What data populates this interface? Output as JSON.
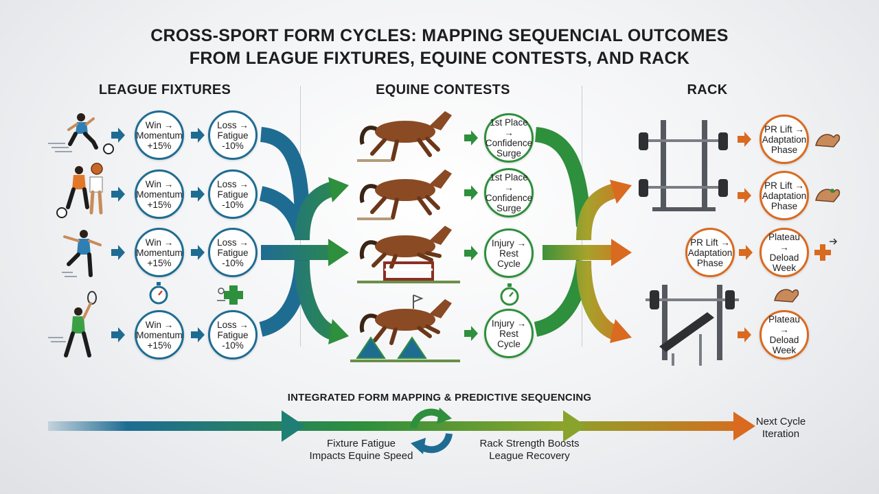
{
  "title": {
    "line1": "CROSS-SPORT FORM CYCLES: MAPPING SEQUENCIAL OUTCOMES",
    "line2": "FROM LEAGUE FIXTURES, EQUINE CONTESTS, AND RACK"
  },
  "sections": {
    "league": "LEAGUE FIXTURES",
    "equine": "EQUINE CONTESTS",
    "rack": "RACK"
  },
  "league_nodes": [
    {
      "a": "Win →\nMomentum\n+15%",
      "b": "Loss →\nFatigue\n-10%"
    },
    {
      "a": "Win →\nMomentum\n+15%",
      "b": "Loss →\nFatigue\n-10%"
    },
    {
      "a": "Win →\nMomentum\n+15%",
      "b": "Loss →\nFatigue\n-10%"
    },
    {
      "a": "Win →\nMomentum\n+15%",
      "b": "Loss →\nFatigue\n-10%"
    }
  ],
  "equine_nodes": [
    "1st Place →\nConfidence\nSurge",
    "1st Place →\nConfidence\nSurge",
    "Injury →\nRest Cycle",
    "Injury →\nRest Cycle"
  ],
  "rack_nodes": {
    "r1": "PR Lift →\nAdaptation\nPhase",
    "r2": "PR Lift →\nAdaptation\nPhase",
    "r3a": "PR Lift →\nAdaptation\nPhase",
    "r3b": "Plateau →\nDeload\nWeek",
    "r4": "Plateau →\nDeload\nWeek"
  },
  "bottom": {
    "title": "INTEGRATED FORM MAPPING & PREDICTIVE SEQUENCING",
    "left": "Fixture Fatigue\nImpacts Equine Speed",
    "right": "Rack Strength Boosts\nLeague Recovery",
    "end": "Next Cycle\nIteration"
  },
  "icons": [
    "soccer-player-icon",
    "basketball-player-icon",
    "runner-icon",
    "tennis-player-icon",
    "stopwatch-icon",
    "medical-cross-icon",
    "racehorse-icon",
    "jumping-horse-icon",
    "squat-rack-icon",
    "bench-press-icon",
    "flexed-arm-icon",
    "cycle-arrows-icon"
  ],
  "colors": {
    "league": "#1f6c93",
    "equine": "#2e8f3c",
    "rack": "#d96a1f",
    "rack_mid": "#b9a02a"
  }
}
